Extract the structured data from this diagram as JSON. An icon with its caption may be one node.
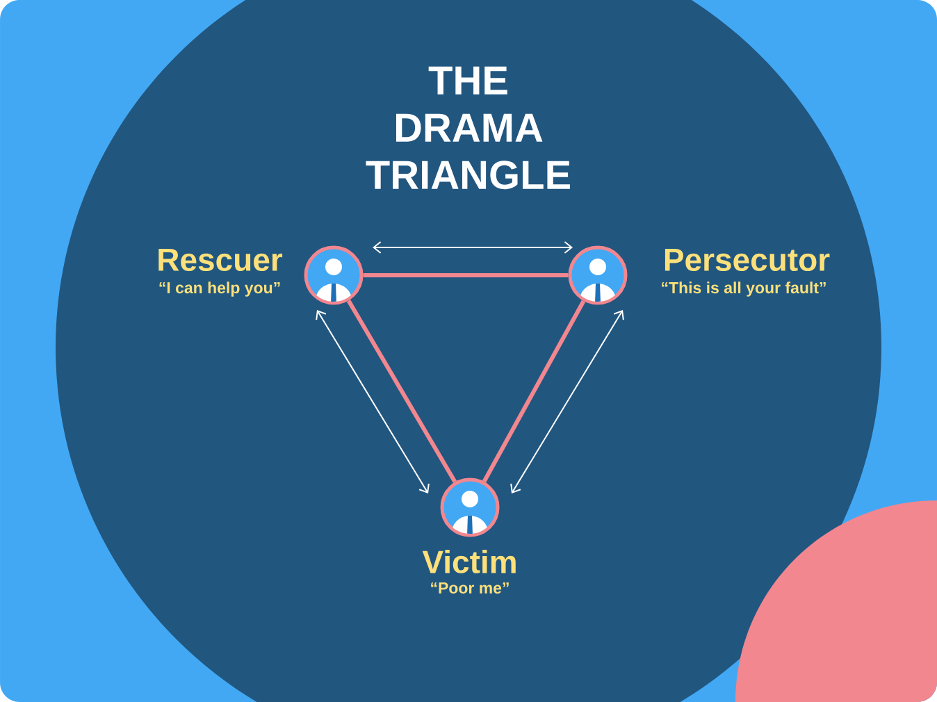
{
  "diagram": {
    "title": "THE DRAMA TRIANGLE",
    "nodes": [
      {
        "text": [
          "Rescuer",
          "“I can help you”"
        ]
      },
      {
        "text": [
          "Persecutor",
          "“This is all your fault”"
        ]
      },
      {
        "text": [
          "Victim",
          "“Poor me”"
        ]
      }
    ],
    "edges": [
      {
        "from": 0,
        "to": 1,
        "arrow": "none",
        "style": "thick",
        "color": "#f2878f"
      },
      {
        "from": 0,
        "to": 2,
        "arrow": "none",
        "style": "thick",
        "color": "#f2878f"
      },
      {
        "from": 1,
        "to": 2,
        "arrow": "none",
        "style": "thick",
        "color": "#f2878f"
      },
      {
        "from": 0,
        "to": 1,
        "arrow": "both",
        "color": "#ffffff"
      },
      {
        "from": 0,
        "to": 2,
        "arrow": "both",
        "color": "#ffffff"
      },
      {
        "from": 1,
        "to": 2,
        "arrow": "both",
        "color": "#ffffff"
      }
    ]
  }
}
